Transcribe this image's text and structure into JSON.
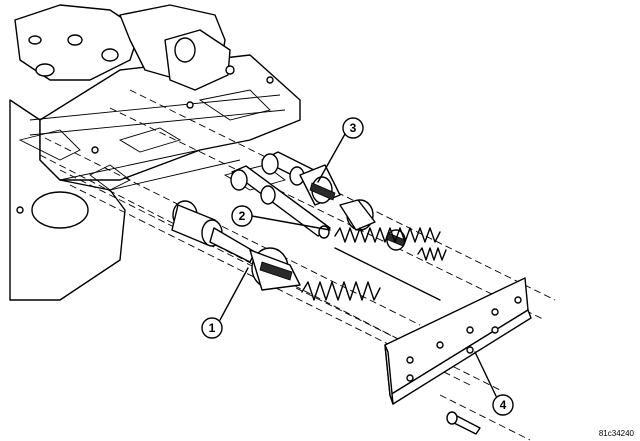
{
  "figure": {
    "id_label": "81c34240"
  },
  "callouts": [
    {
      "id": "1",
      "label": "1"
    },
    {
      "id": "2",
      "label": "2"
    },
    {
      "id": "3",
      "label": "3"
    },
    {
      "id": "4",
      "label": "4"
    }
  ],
  "colors": {
    "ink": "#000000",
    "paper": "#ffffff"
  }
}
